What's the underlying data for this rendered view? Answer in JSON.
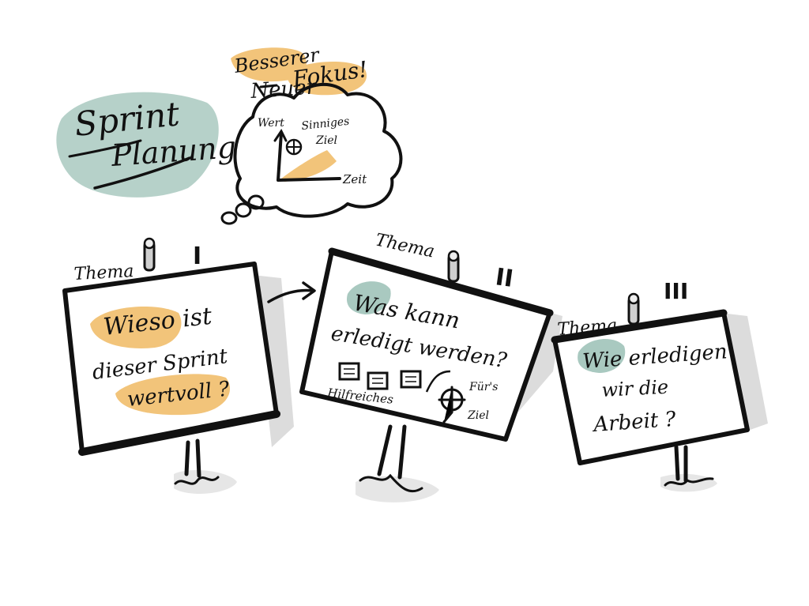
{
  "title": {
    "line1": "Sprint",
    "line2": "Planung"
  },
  "thought": {
    "word1": "Besserer",
    "word2": "Neuer",
    "word3": "Fokus!",
    "y_axis": "Wert",
    "goal_line1": "Sinniges",
    "goal_line2": "Ziel",
    "x_axis": "Zeit"
  },
  "boards": [
    {
      "label": "Thema",
      "numeral": "I",
      "lines": [
        "Wieso ist",
        "dieser Sprint",
        "wertvoll ?"
      ]
    },
    {
      "label": "Thema",
      "numeral": "II",
      "lines": [
        "Was kann",
        "erledigt werden?"
      ],
      "note_left": "Hilfreiches",
      "note_right1": "Für's",
      "note_right2": "Ziel"
    },
    {
      "label": "Thema",
      "numeral": "III",
      "lines": [
        "Wie erledigen",
        "wir die",
        "Arbeit ?"
      ]
    }
  ],
  "colors": {
    "highlight_orange": "#f2c47a",
    "highlight_teal": "#a9c9c0",
    "ink": "#111111",
    "shadow": "#dcdcdc"
  }
}
